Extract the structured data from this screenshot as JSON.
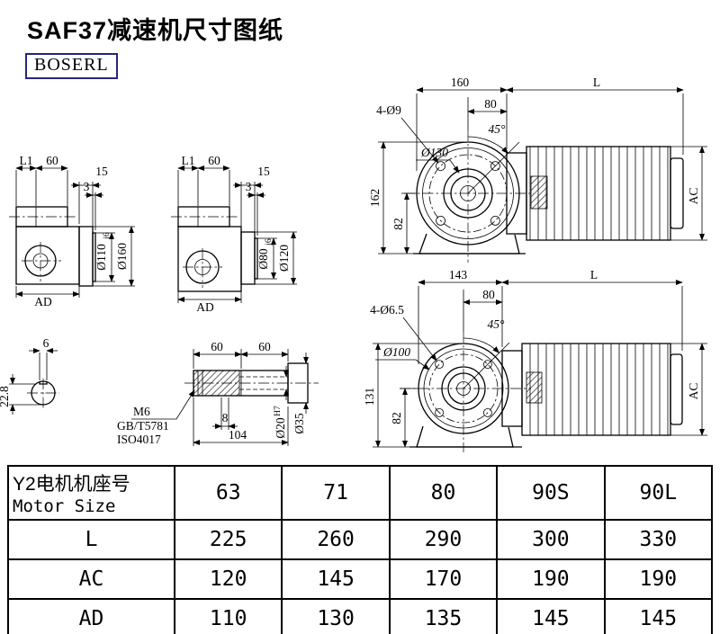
{
  "header": {
    "title": "SAF37减速机尺寸图纸",
    "logo": "BOSERL"
  },
  "colors": {
    "line": "#000000",
    "logo_border": "#26267d"
  },
  "views": {
    "side_large": {
      "L1": "L1",
      "d60": "60",
      "d15": "15",
      "d3": "3",
      "pilot_dia": "Ø110",
      "pilot_tol": "j6",
      "flange_dia": "Ø160",
      "AD": "AD"
    },
    "side_small": {
      "L1": "L1",
      "d60": "60",
      "d15": "15",
      "d3": "3",
      "pilot_dia": "Ø80",
      "pilot_tol": "j6",
      "flange_dia": "Ø120",
      "AD": "AD"
    },
    "front_top": {
      "w160": "160",
      "L": "L",
      "holes": "4-Ø9",
      "d80": "80",
      "angle": "45°",
      "bolt_circle": "Ø130",
      "h162": "162",
      "h82": "82",
      "AC": "AC"
    },
    "front_bottom": {
      "w143": "143",
      "L": "L",
      "holes": "4-Ø6.5",
      "d80": "80",
      "angle": "45°",
      "bolt_circle": "Ø100",
      "h131": "131",
      "h82": "82",
      "AC": "AC"
    },
    "shaft_end": {
      "d6": "6",
      "d228": "22.8"
    },
    "shaft_detail": {
      "d60a": "60",
      "d60b": "60",
      "thread": "M6",
      "std1": "GB/T5781",
      "std2": "ISO4017",
      "d8": "8",
      "d104": "104",
      "bore_dia": "Ø20",
      "bore_tol": "H7",
      "shaft_dia": "Ø35"
    }
  },
  "table": {
    "row_header_zh": "Y2电机机座号",
    "row_header_en": "Motor Size",
    "motor_sizes": [
      "63",
      "71",
      "80",
      "90S",
      "90L"
    ],
    "rows": [
      {
        "label": "L",
        "values": [
          "225",
          "260",
          "290",
          "300",
          "330"
        ]
      },
      {
        "label": "AC",
        "values": [
          "120",
          "145",
          "170",
          "190",
          "190"
        ]
      },
      {
        "label": "AD",
        "values": [
          "110",
          "130",
          "135",
          "145",
          "145"
        ]
      }
    ]
  }
}
